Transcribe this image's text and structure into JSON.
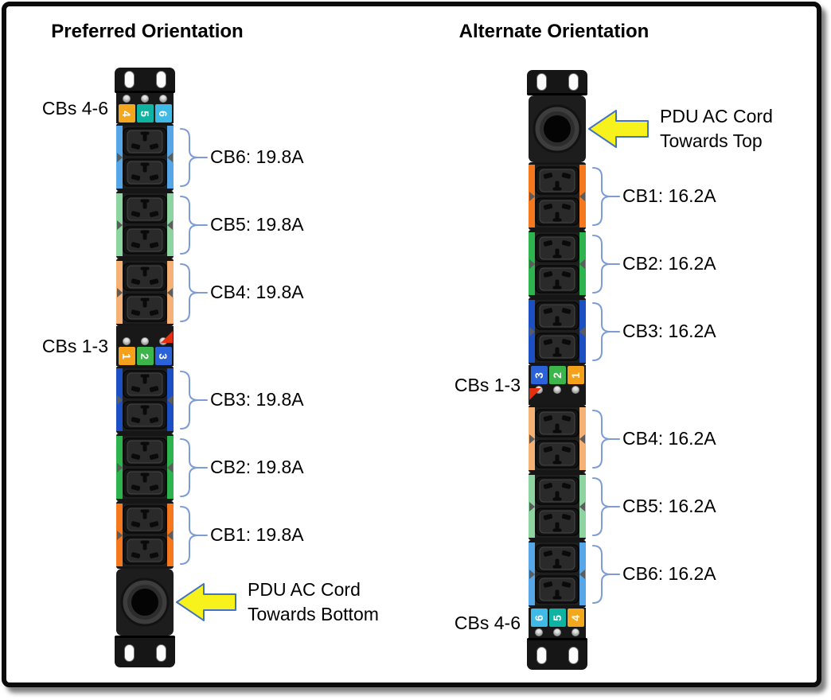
{
  "figure": {
    "background": "#ffffff",
    "border_color": "#0b0b0b"
  },
  "accent": {
    "brace_color": "#7E9CD4",
    "arrow_fill": "#F7F21C",
    "arrow_stroke": "#4472C4",
    "flag_color": "#E5300F"
  },
  "panels": [
    {
      "title": "Preferred Orientation",
      "flipped": false,
      "rows": [
        {
          "type": "bracket",
          "variant": "top"
        },
        {
          "type": "chips",
          "variant": "end",
          "screws": "top",
          "label": "CBs 4-6",
          "chips": [
            {
              "n": "4",
              "color": "#F2A71E"
            },
            {
              "n": "5",
              "color": "#0FB3A2"
            },
            {
              "n": "6",
              "color": "#3FB9E6"
            }
          ]
        },
        {
          "type": "group",
          "band": "#57A7E8",
          "callout": "CB6: 19.8A"
        },
        {
          "type": "group",
          "band": "#8ED4A0",
          "callout": "CB5: 19.8A"
        },
        {
          "type": "group",
          "band": "#F6B176",
          "callout": "CB4: 19.8A"
        },
        {
          "type": "chips",
          "variant": "mid",
          "screws": "top",
          "flag": "tr",
          "label": "CBs 1-3",
          "chips": [
            {
              "n": "1",
              "color": "#F5A01B"
            },
            {
              "n": "2",
              "color": "#3CB54A"
            },
            {
              "n": "3",
              "color": "#2B62D9"
            }
          ]
        },
        {
          "type": "group",
          "band": "#1C4FC2",
          "callout": "CB3: 19.8A"
        },
        {
          "type": "group",
          "band": "#2DB44E",
          "callout": "CB2: 19.8A"
        },
        {
          "type": "group",
          "band": "#F5771E",
          "callout": "CB1: 19.8A"
        },
        {
          "type": "cord",
          "note": [
            "PDU AC Cord",
            "Towards Bottom"
          ]
        },
        {
          "type": "bracket",
          "variant": "bottom"
        }
      ]
    },
    {
      "title": "Alternate Orientation",
      "flipped": true,
      "rows": [
        {
          "type": "bracket",
          "variant": "top"
        },
        {
          "type": "cord",
          "note": [
            "PDU AC Cord",
            "Towards Top"
          ]
        },
        {
          "type": "group",
          "band": "#F5771E",
          "callout": "CB1: 16.2A"
        },
        {
          "type": "group",
          "band": "#2DB44E",
          "callout": "CB2: 16.2A"
        },
        {
          "type": "group",
          "band": "#1C4FC2",
          "callout": "CB3: 16.2A"
        },
        {
          "type": "chips",
          "variant": "mid",
          "screws": "bottom",
          "flag": "bl",
          "label": "CBs 1-3",
          "chips": [
            {
              "n": "3",
              "color": "#2B62D9"
            },
            {
              "n": "2",
              "color": "#3CB54A"
            },
            {
              "n": "1",
              "color": "#F5A01B"
            }
          ]
        },
        {
          "type": "group",
          "band": "#F6B176",
          "callout": "CB4: 16.2A"
        },
        {
          "type": "group",
          "band": "#8ED4A0",
          "callout": "CB5: 16.2A"
        },
        {
          "type": "group",
          "band": "#57A7E8",
          "callout": "CB6: 16.2A"
        },
        {
          "type": "chips",
          "variant": "end",
          "screws": "bottom",
          "label": "CBs 4-6",
          "chips": [
            {
              "n": "6",
              "color": "#3FB9E6"
            },
            {
              "n": "5",
              "color": "#0FB3A2"
            },
            {
              "n": "4",
              "color": "#F2A71E"
            }
          ]
        },
        {
          "type": "bracket",
          "variant": "bottom"
        }
      ]
    }
  ]
}
